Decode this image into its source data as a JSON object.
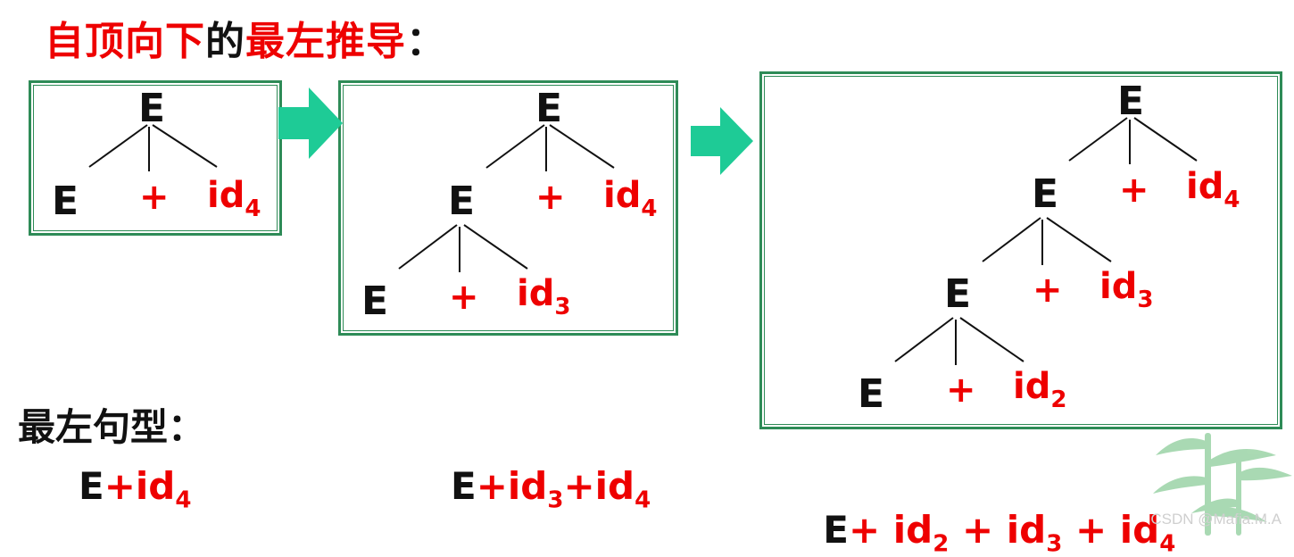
{
  "title": {
    "part1": "自顶向下",
    "part2": "的",
    "part3": "最左推导",
    "colon": "："
  },
  "colors": {
    "red": "#ee0000",
    "black": "#111111",
    "frame": "#2e8b57",
    "arrow": "#1ecb96"
  },
  "trees": {
    "tree1": {
      "root": "E",
      "left": "E",
      "plus": "+",
      "id": "id",
      "sub": "4"
    },
    "tree2": {
      "root": "E",
      "mid": "E",
      "plus1": "+",
      "id1": "id",
      "sub1": "4",
      "left": "E",
      "plus2": "+",
      "id2": "id",
      "sub2": "3"
    },
    "tree3": {
      "root": "E",
      "e2": "E",
      "plus1": "+",
      "id1": "id",
      "sub1": "4",
      "e3": "E",
      "plus2": "+",
      "id2": "id",
      "sub2": "3",
      "e4": "E",
      "plus3": "+",
      "id3": "id",
      "sub3": "2"
    }
  },
  "sentential_label": "最左句型：",
  "sentences": {
    "s1": {
      "e": "E",
      "rest": "+id",
      "sub": "4"
    },
    "s2": {
      "e": "E",
      "p1": "+id",
      "sub1": "3",
      "p2": "+id",
      "sub2": "4"
    },
    "s3": {
      "e": "E",
      "p1": "+ id",
      "sub1": "2",
      "p2": " + id",
      "sub2": "3",
      "p3": " + id",
      "sub3": "4"
    }
  },
  "watermark": "CSDN @Mafia.M.A"
}
